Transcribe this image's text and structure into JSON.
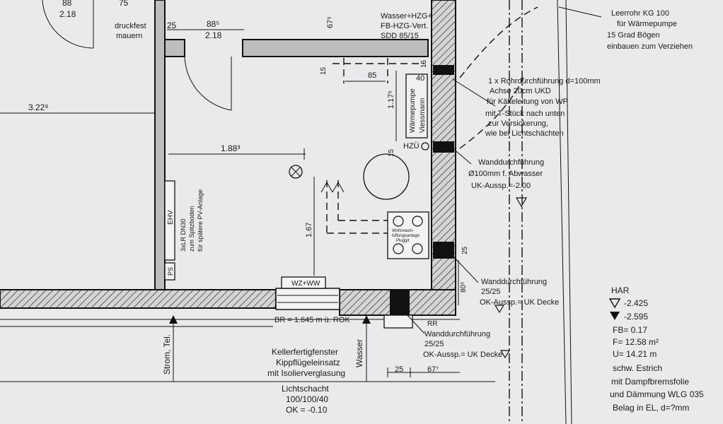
{
  "dimensions": {
    "d_88": "88",
    "d_75": "75",
    "d_218_top_left": "2.18",
    "d_25_top": "25",
    "d_885": "88⁵",
    "d_218_top": "2.18",
    "d_675_top": "67⁵",
    "d_322": "3.22⁸",
    "d_1883": "1.88³",
    "d_15_a": "15",
    "d_15_b": "15",
    "d_85": "85",
    "d_40": "40",
    "d_1175": "1.17⁵",
    "d_15_c": "15",
    "d_167": "1.67",
    "d_25_right": "25",
    "d_806": "80⁶",
    "d_25_bottom": "25",
    "d_677": "67⁷"
  },
  "labels": {
    "druckfest": "druckfest",
    "mauern": "mauern",
    "wasser_hzg": "Wasser+HZG+",
    "fb_hzg": "FB-HZG-Vert.",
    "sdd": "SDD 85/15",
    "leerrohr_1": "Leerrohr KG 100",
    "leerrohr_2": "für Wärmepumpe",
    "leerrohr_3": "15 Grad Bögen",
    "leerrohr_4": "einbauen zum Verziehen",
    "rohr_1": "1 x Rohrdurchführung d=100mm",
    "rohr_2": "Achse 20cm UKD",
    "rohr_3": "für Kälteleitung von WP",
    "rohr_4": "mit T-Stück nach unten",
    "rohr_5": "zur Versickerung,",
    "rohr_6": "wie bei Lichtschächten",
    "wp_1": "Wärmepumpe",
    "wp_2": "Viessmann",
    "hzu": "HZÜ",
    "wd1_1": "Wanddurchführung",
    "wd1_2": "Ø100mm f. Abwasser",
    "wd1_3": "UK-Aussp.=-2.00",
    "ehv": "EHV",
    "lr_1": "3xLR DN30",
    "lr_2": "zum Spitzboden",
    "lr_3": "für spätere PV-Anlage",
    "ps": "PS",
    "wz_ww": "WZ+WW",
    "wohnraum_1": "Wohnraum-",
    "wohnraum_2": "lüftungsanlage",
    "wohnraum_3": "Pluggit",
    "wd2_1": "Wanddurchführung",
    "wd2_2": "25/25",
    "wd2_3": "OK-Aussp.= UK Decke",
    "rr": "RR",
    "wd3_1": "Wanddurchführung",
    "wd3_2": "25/25",
    "wd3_3": "OK-Aussp.= UK Decke",
    "br": "BR = 1.645 m ü. ROK",
    "fenster_1": "Kellerfertigfenster",
    "fenster_2": "Kippflügeleinsatz",
    "fenster_3": "mit Isolierverglasung",
    "strom_tel": "Strom, Tel.",
    "wasser": "Wasser",
    "licht_1": "Lichtschacht",
    "licht_2": "100/100/40",
    "licht_3": "OK = -0.10",
    "har": "HAR",
    "har_1": "-2.425",
    "har_2": "-2.595",
    "fb": "FB= 0.17",
    "f": "F= 12.58 m²",
    "u": "U= 14.21 m",
    "estrich_1": "schw. Estrich",
    "estrich_2": "mit Dampfbremsfolie",
    "estrich_3": "und Dämmung WLG 035",
    "estrich_4": "Belag in EL, d=?mm"
  }
}
